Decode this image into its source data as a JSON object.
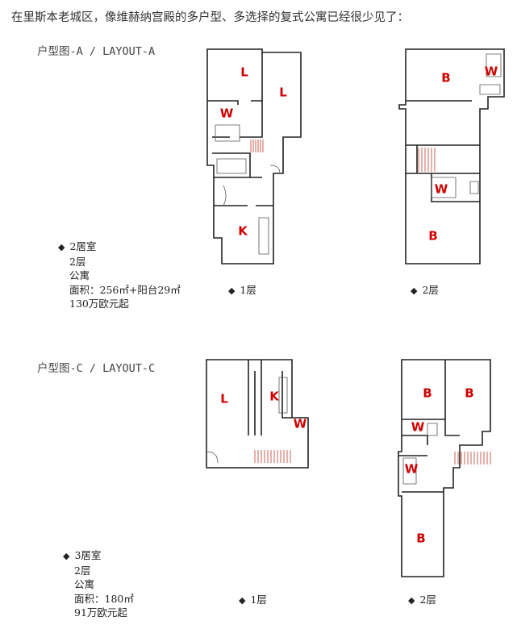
{
  "intro": "在里斯本老城区，像维赫纳宫殿的多户型、多选择的复式公寓已经很少见了：",
  "layout_a": {
    "heading": "户型图-A / LAYOUT-A",
    "specs": [
      "2居室",
      "2层",
      "公寓",
      "面积：256㎡+阳台29㎡",
      "130万欧元起"
    ],
    "floor1_label": "1层",
    "floor2_label": "2层",
    "floor1_rooms": [
      "L",
      "L",
      "W",
      "K"
    ],
    "floor2_rooms": [
      "B",
      "W",
      "W",
      "B"
    ]
  },
  "layout_c": {
    "heading": "户型图-C / LAYOUT-C",
    "specs": [
      "3居室",
      "2层",
      "公寓",
      "面积：180㎡",
      "91万欧元起"
    ],
    "floor1_label": "1层",
    "floor2_label": "2层",
    "floor1_rooms": [
      "L",
      "K",
      "W"
    ],
    "floor2_rooms": [
      "B",
      "B",
      "W",
      "W",
      "B"
    ]
  },
  "icons": {
    "bullet": "diamond-bullet-icon"
  },
  "colors": {
    "room_label": "#d00000",
    "stair": "#c0392b"
  }
}
